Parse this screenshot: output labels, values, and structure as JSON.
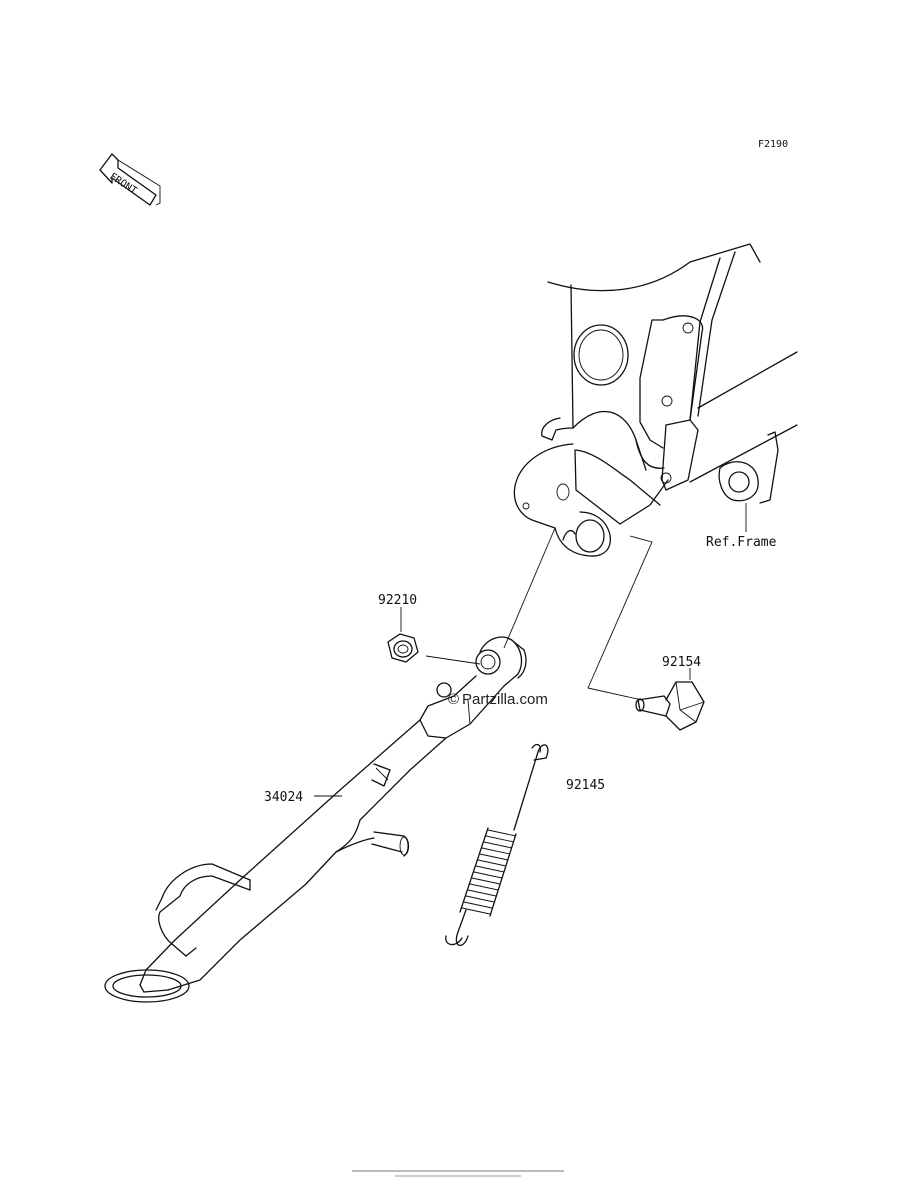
{
  "diagram": {
    "code": "F2190",
    "front_label": "FRONT",
    "ref_frame": "Ref.Frame",
    "watermark": "Partzilla.com",
    "watermark_symbol": "©",
    "parts": [
      {
        "number": "92210"
      },
      {
        "number": "92154"
      },
      {
        "number": "92145"
      },
      {
        "number": "34024"
      }
    ]
  }
}
